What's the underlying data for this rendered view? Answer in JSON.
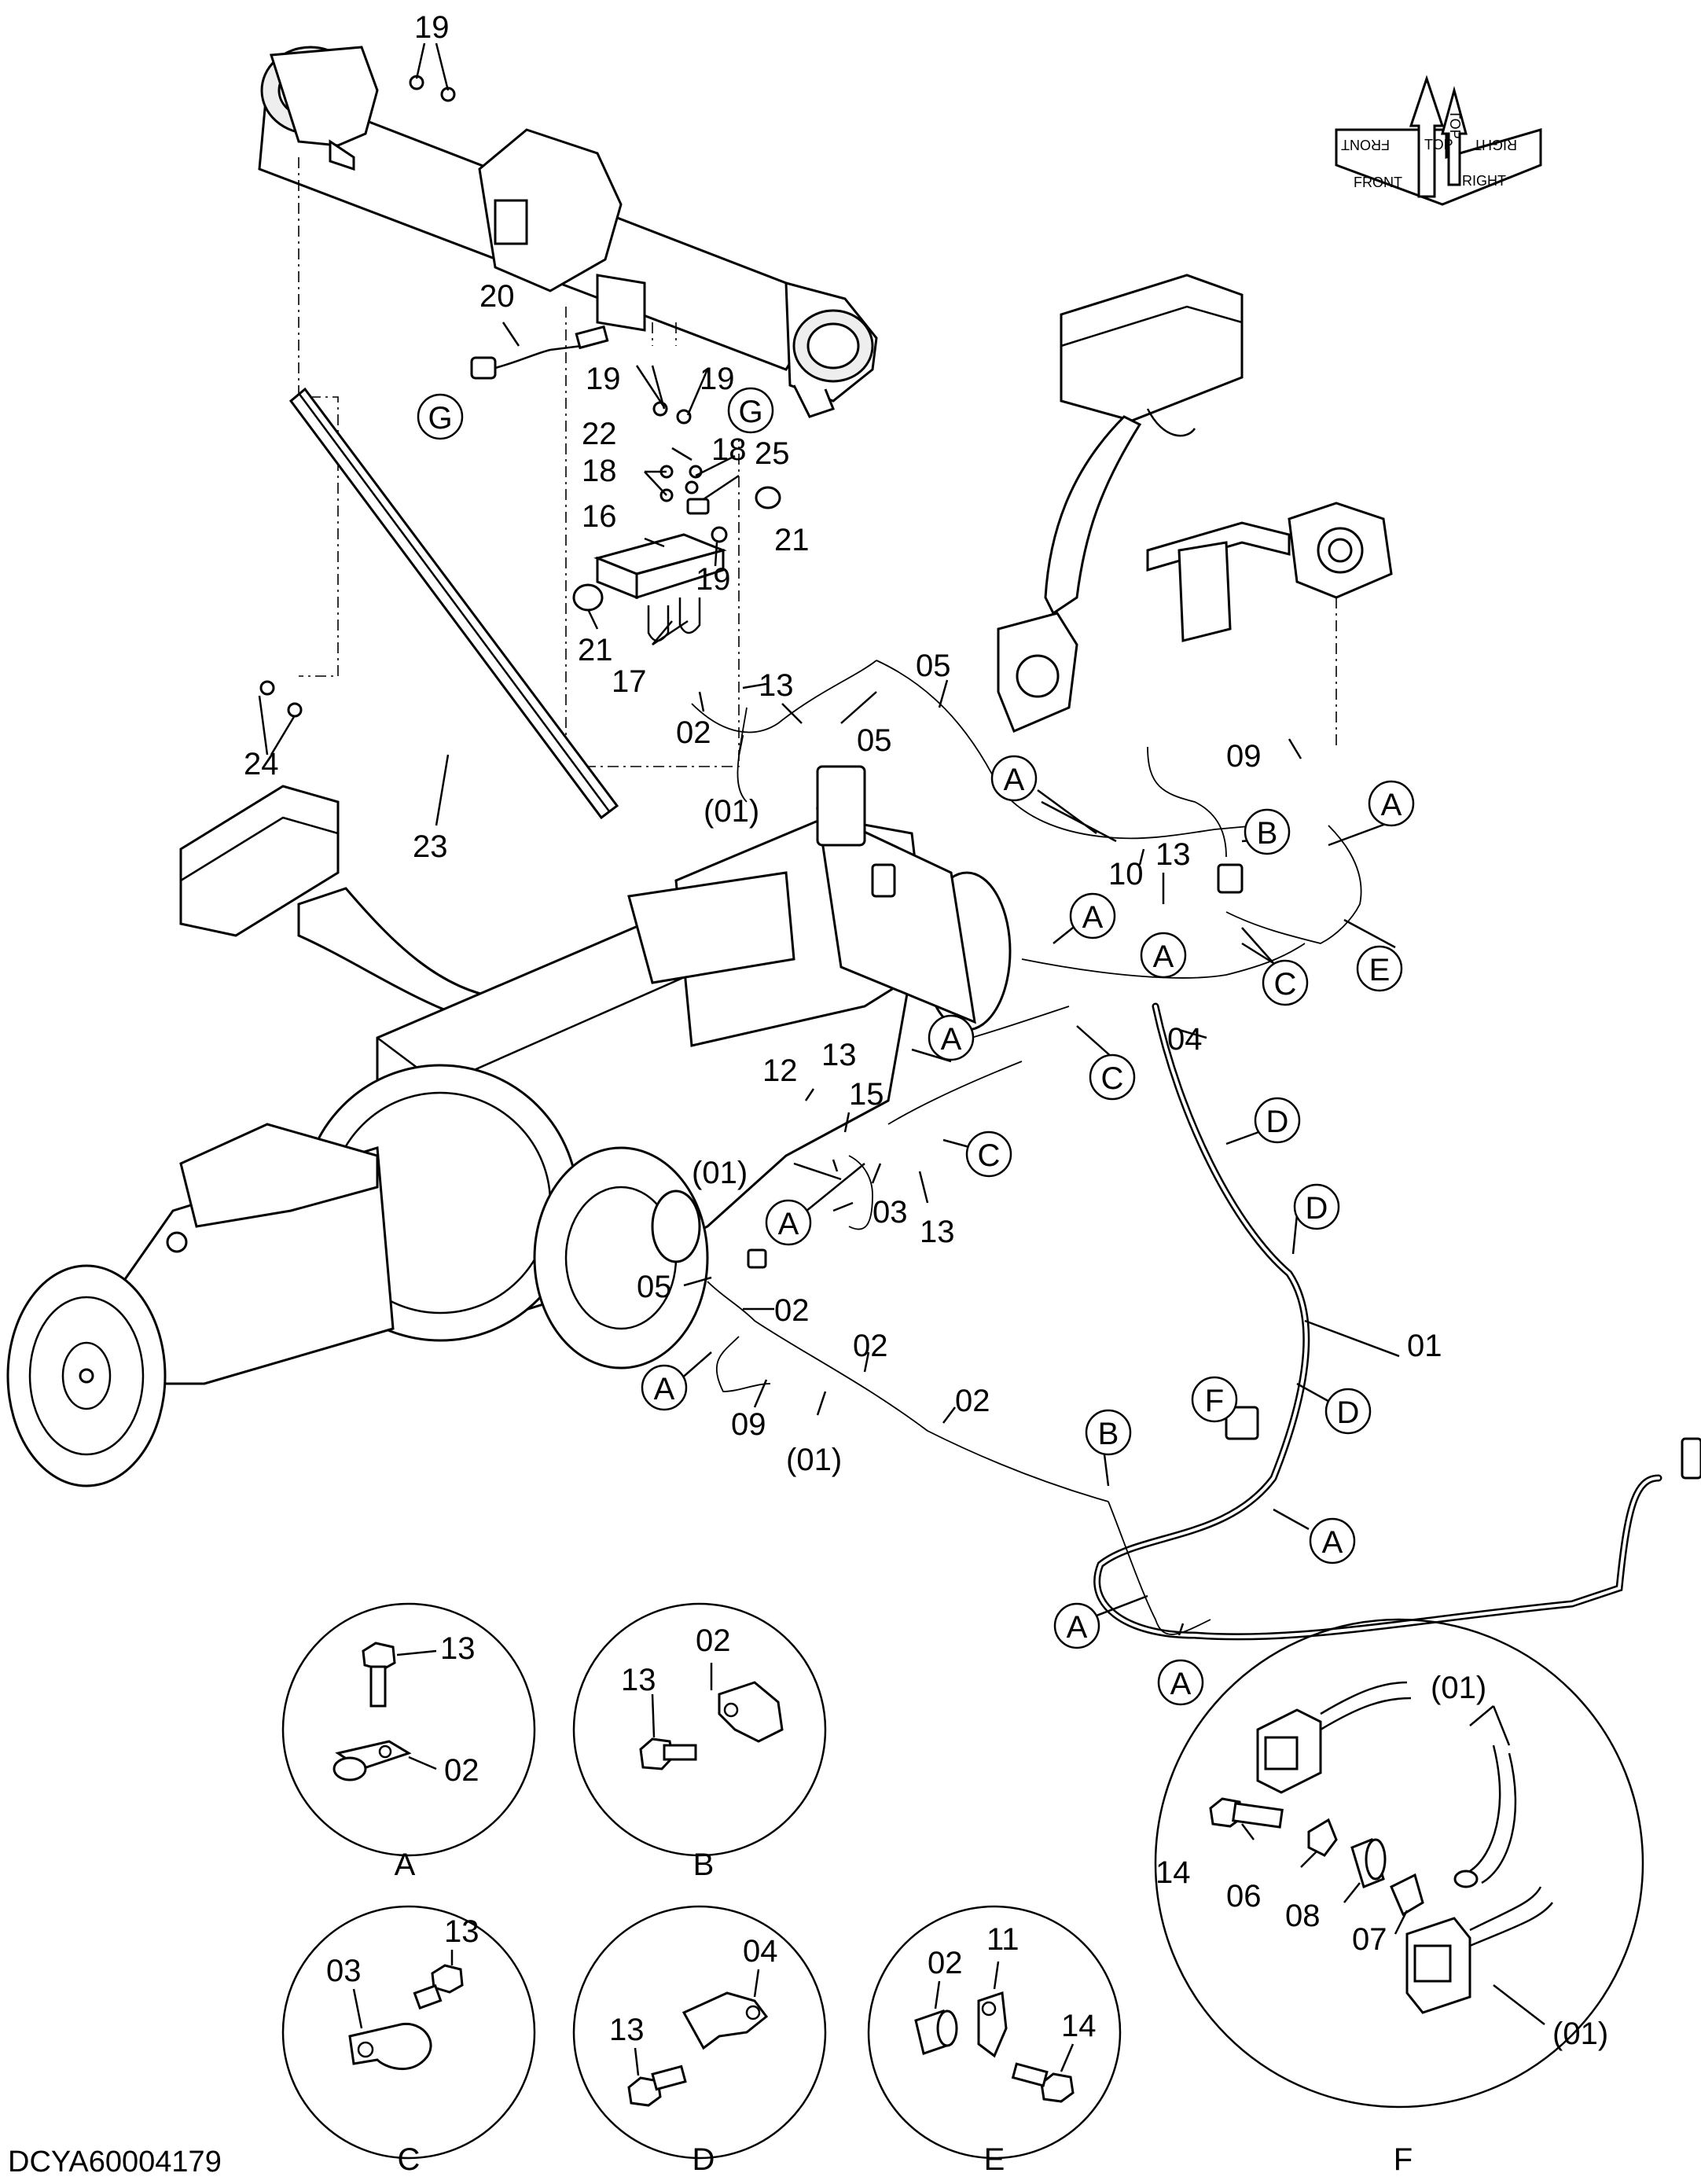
{
  "drawing_code": "DCYA60004179",
  "orientation_badge": {
    "front": "FRONT",
    "top": "TOP",
    "right": "RIGHT",
    "mirror_front": "FRONT",
    "mirror_top": "TOP",
    "mirror_right": "RIGHT"
  },
  "part_labels": {
    "p19a": "19",
    "p20": "20",
    "p19b": "19",
    "p19c": "19",
    "p22": "22",
    "p18a": "18",
    "p18b": "18",
    "p25": "25",
    "p16": "16",
    "p21a": "21",
    "p19d": "19",
    "p21b": "21",
    "p17": "17",
    "p13a": "13",
    "p05a": "05",
    "p02a": "02",
    "p05b": "05",
    "p01a": "(01)",
    "p24": "24",
    "p23": "23",
    "p09a": "09",
    "p10": "10",
    "p13b": "13",
    "p04": "04",
    "p12": "12",
    "p13c": "13",
    "p15": "15",
    "p01b": "(01)",
    "p03": "03",
    "p13d": "13",
    "p05c": "05",
    "p02b": "02",
    "p02c": "02",
    "p02d": "02",
    "p09b": "09",
    "p01c": "(01)",
    "p01d": "01"
  },
  "ref_markers": {
    "g1": "G",
    "g2": "G",
    "a1": "A",
    "b1": "B",
    "a2": "A",
    "a3": "A",
    "e1": "E",
    "c1": "C",
    "a4": "A",
    "c2": "C",
    "a5": "A",
    "c3": "C",
    "a6": "A",
    "d1": "D",
    "d2": "D",
    "a7": "A",
    "f1": "F",
    "b2": "B",
    "d3": "D",
    "a8": "A",
    "a9": "A",
    "a10": "A"
  },
  "details": {
    "A": {
      "title": "A",
      "labels": [
        "13",
        "02"
      ]
    },
    "B": {
      "title": "B",
      "labels": [
        "02",
        "13"
      ]
    },
    "C": {
      "title": "C",
      "labels": [
        "13",
        "03"
      ]
    },
    "D": {
      "title": "D",
      "labels": [
        "04",
        "13"
      ]
    },
    "E": {
      "title": "E",
      "labels": [
        "02",
        "11",
        "14"
      ]
    },
    "F": {
      "title": "F",
      "labels": [
        "(01)",
        "14",
        "06",
        "08",
        "07",
        "(01)"
      ]
    }
  }
}
